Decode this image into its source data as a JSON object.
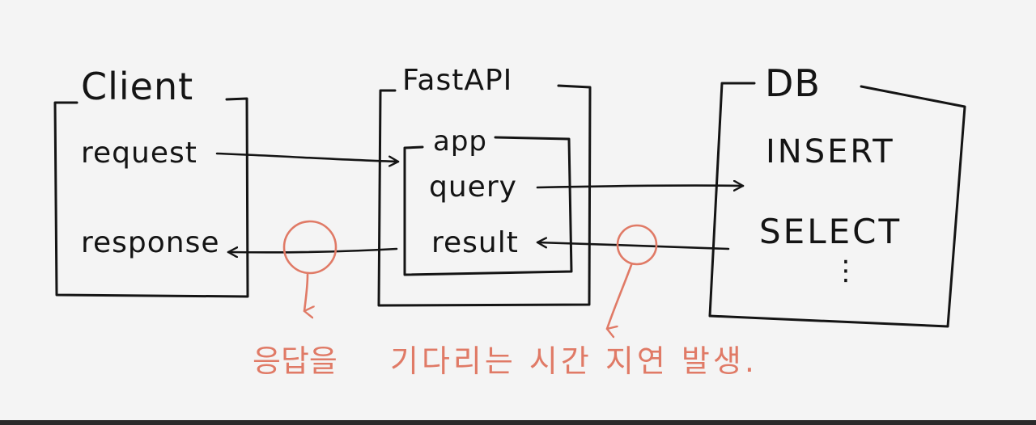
{
  "client": {
    "title": "Client",
    "request": "request",
    "response": "response"
  },
  "fastapi": {
    "title": "FastAPI",
    "app": "app",
    "query": "query",
    "result": "result"
  },
  "db": {
    "title": "DB",
    "insert": "INSERT",
    "select": "SELECT",
    "more": "⋮"
  },
  "annotation": {
    "left": "응답을",
    "right": "기다리는 시간 지연 발생."
  },
  "colors": {
    "ink": "#141414",
    "annotation": "#e07a66",
    "background": "#f4f4f4"
  }
}
